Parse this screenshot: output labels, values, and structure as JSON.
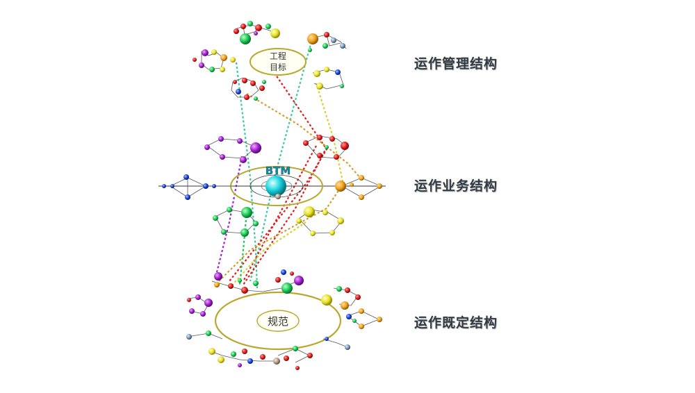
{
  "layers": {
    "top": "运作管理结构",
    "middle": "运作业务结构",
    "bottom": "运作既定结构"
  },
  "nodes": {
    "goal_line1": "工程",
    "goal_line2": "目标",
    "btm": "BTM",
    "spec": "规范"
  },
  "colors": {
    "red": "#e01a1a",
    "green": "#18c850",
    "purple": "#a020d0",
    "orange": "#f0a018",
    "yellow": "#e8e020",
    "blue": "#1a40d8",
    "cyan": "#1ad4e0",
    "teal_line": "#38c8a0",
    "olive_ring": "#b8a830"
  }
}
